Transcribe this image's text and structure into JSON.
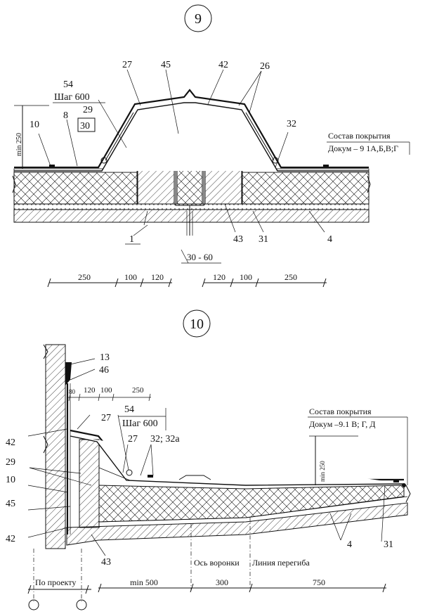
{
  "detail9": {
    "number": "9",
    "labels": {
      "l27": "27",
      "l45": "45",
      "l42": "42",
      "l26": "26",
      "l54": "54",
      "step": "Шаг 600",
      "l8": "8",
      "l29": "29",
      "l30": "30",
      "l10": "10",
      "l32": "32",
      "min250": "min 250",
      "l1": "1",
      "l43": "43",
      "l31": "31",
      "l4": "4",
      "gap": "30 - 60"
    },
    "coating_title": "Состав покрытия",
    "coating_doc": "Докум – 9 1А,Б,В;Г",
    "dims_left": [
      "250",
      "100",
      "120"
    ],
    "dims_right": [
      "120",
      "100",
      "250"
    ]
  },
  "detail10": {
    "number": "10",
    "labels": {
      "l13": "13",
      "l46": "46",
      "l80": "80",
      "d120": "120",
      "d100": "100",
      "d250": "250",
      "l27a": "27",
      "l54": "54",
      "step": "Шаг 600",
      "l27b": "27",
      "l32": "32; 32а",
      "l42a": "42",
      "l29": "29",
      "l10": "10",
      "l45": "45",
      "l42b": "42",
      "l43": "43",
      "l4": "4",
      "l31": "31",
      "min250": "min 250"
    },
    "coating_title": "Состав покрытия",
    "coating_doc": "Докум –9.1 В; Г, Д",
    "axis_funnel": "Ось воронки",
    "bend_line": "Линия перегиба",
    "by_project": "По проекту",
    "dims_bottom": [
      "min 500",
      "300",
      "750"
    ]
  }
}
